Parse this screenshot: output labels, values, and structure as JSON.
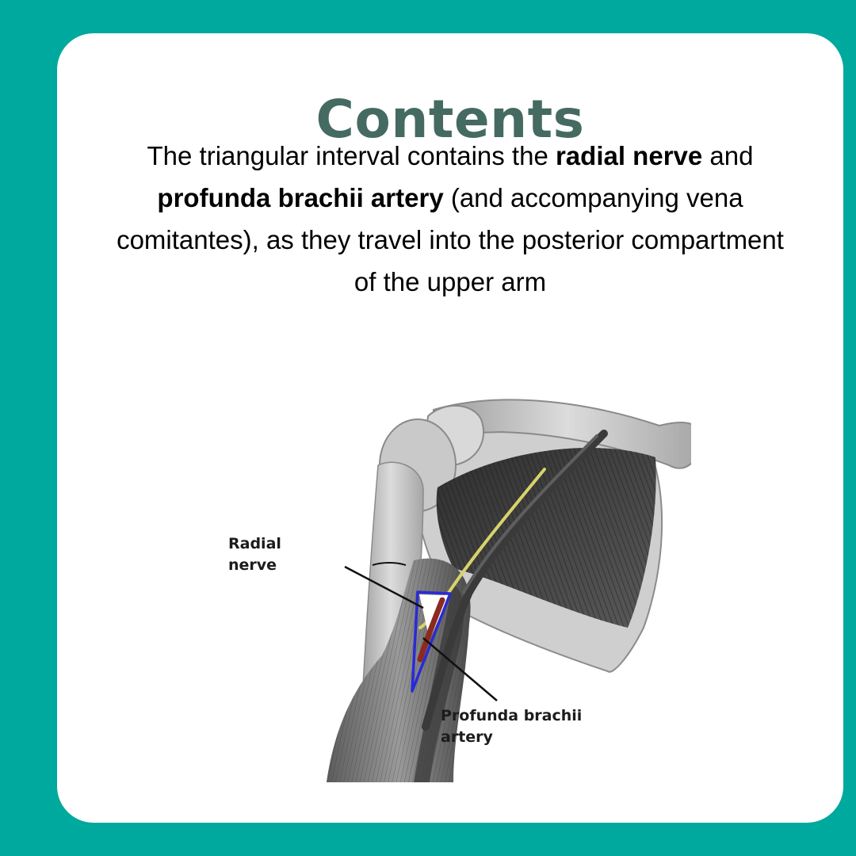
{
  "title": "Contents",
  "description": {
    "part1": "The triangular interval contains the ",
    "bold1": "radial nerve",
    "part2": " and ",
    "bold2": "profunda brachii artery",
    "part3": " (and accompanying vena comitantes), as they travel into the posterior compartment of the upper arm"
  },
  "figure": {
    "labels": {
      "radial_nerve_line1": "Radial",
      "radial_nerve_line2": "nerve",
      "artery_line1": "Profunda brachii",
      "artery_line2": "artery"
    },
    "colors": {
      "triangle_outline": "#2a2ad6",
      "nerve": "#d8d36a",
      "artery": "#8b2a1e"
    }
  },
  "colors": {
    "background": "#00a99d",
    "card": "#ffffff",
    "title": "#456a62"
  }
}
